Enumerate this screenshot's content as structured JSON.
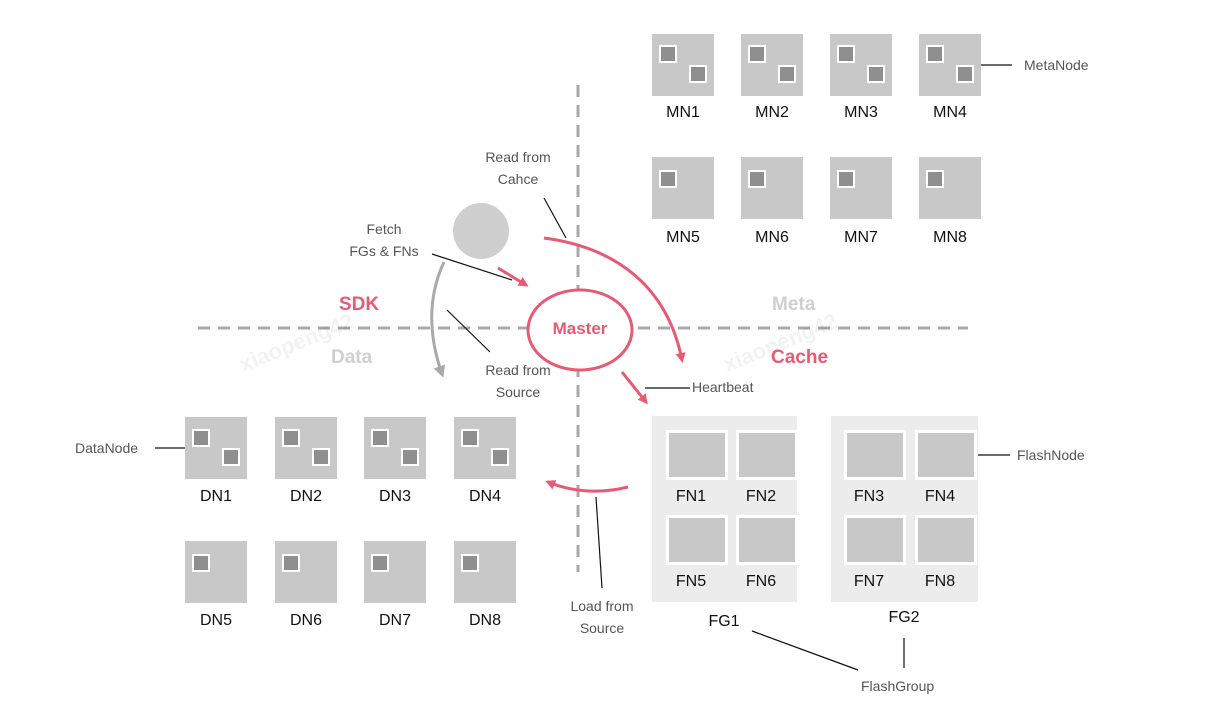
{
  "meta_nodes": {
    "legend": "MetaNode",
    "items": [
      "MN1",
      "MN2",
      "MN3",
      "MN4",
      "MN5",
      "MN6",
      "MN7",
      "MN8"
    ]
  },
  "data_nodes": {
    "legend": "DataNode",
    "items": [
      "DN1",
      "DN2",
      "DN3",
      "DN4",
      "DN5",
      "DN6",
      "DN7",
      "DN8"
    ]
  },
  "flash": {
    "node_legend": "FlashNode",
    "group_legend": "FlashGroup",
    "groups": [
      {
        "name": "FG1",
        "nodes": [
          "FN1",
          "FN2",
          "FN5",
          "FN6"
        ]
      },
      {
        "name": "FG2",
        "nodes": [
          "FN3",
          "FN4",
          "FN7",
          "FN8"
        ]
      }
    ]
  },
  "regions": {
    "sdk": "SDK",
    "meta": "Meta",
    "data": "Data",
    "cache": "Cache"
  },
  "master": "Master",
  "annotations": {
    "read_from_cache": [
      "Read from",
      "Cahce"
    ],
    "fetch": [
      "Fetch",
      "FGs & FNs"
    ],
    "read_from_source": [
      "Read from",
      "Source"
    ],
    "heartbeat": "Heartbeat",
    "load_from_source": [
      "Load from",
      "Source"
    ]
  },
  "watermark": "xiaopeng42",
  "colors": {
    "accent": "#e85a73",
    "tile": "#c8c8c8",
    "tile_inner": "#8f8f8f",
    "group_bg": "#ececec",
    "divider": "#a9a9a9",
    "client": "#cfcfcf"
  }
}
